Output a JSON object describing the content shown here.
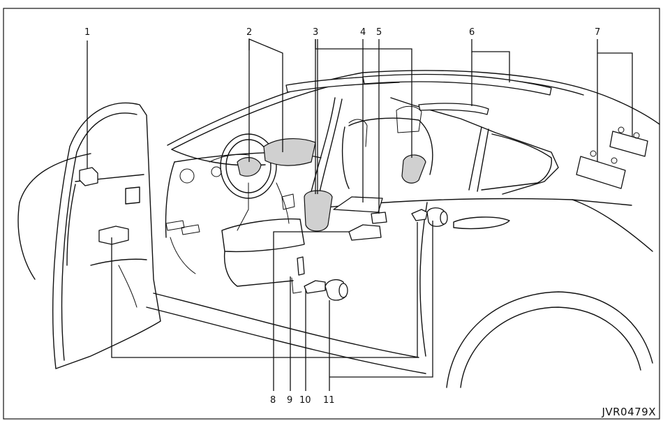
{
  "figure": {
    "callouts": [
      "1",
      "2",
      "3",
      "4",
      "5",
      "6",
      "7",
      "8",
      "9",
      "10",
      "11"
    ],
    "code": "JVR0479X"
  }
}
